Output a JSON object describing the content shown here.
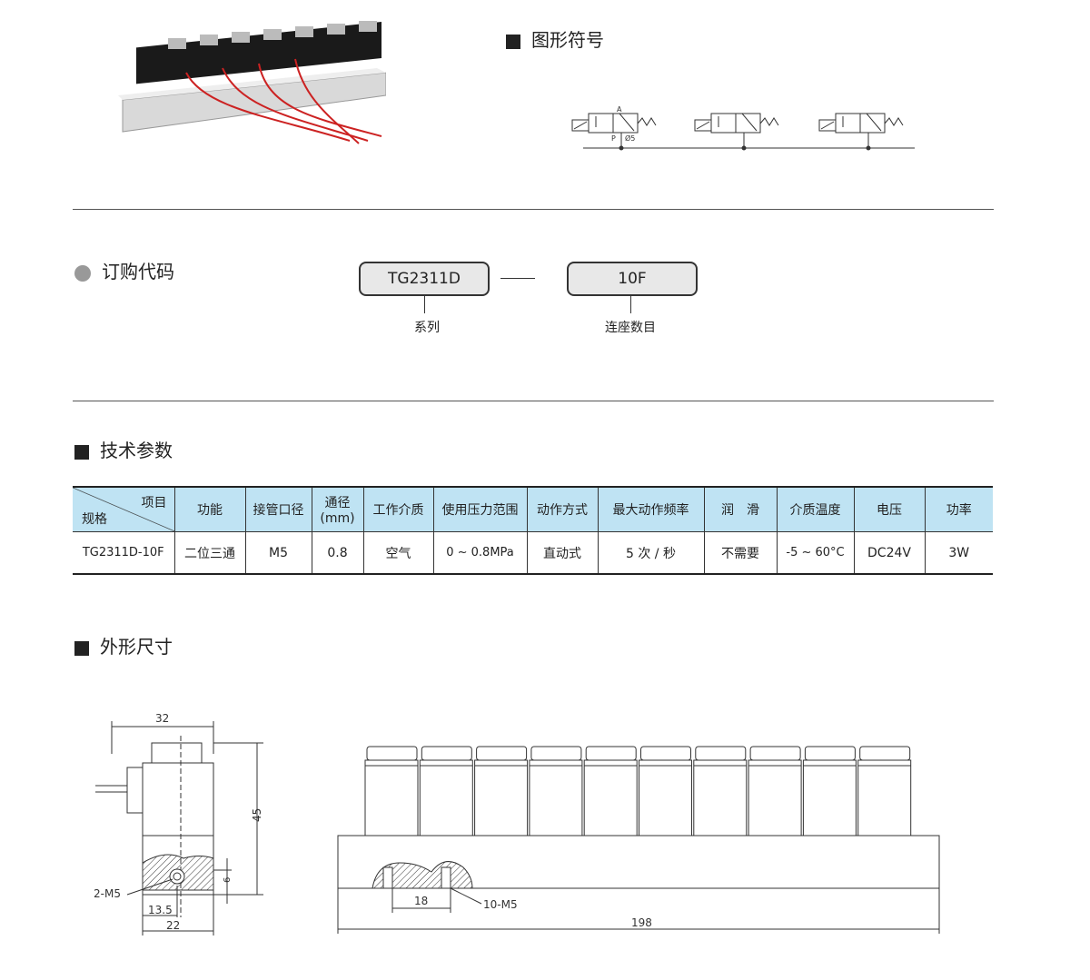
{
  "sections": {
    "symbol": "图形符号",
    "order": "订购代码",
    "specs": "技术参数",
    "dims": "外形尺寸"
  },
  "symbol_labels": {
    "port_a": "A",
    "port_p": "P",
    "orifice": "Ø5"
  },
  "order_code": {
    "series_code": "TG2311D",
    "count_code": "10F",
    "series_label": "系列",
    "count_label": "连座数目"
  },
  "table": {
    "header_corner_top": "项目",
    "header_corner_bottom": "规格",
    "headers": [
      "功能",
      "接管口径",
      "通径",
      "(mm)",
      "工作介质",
      "使用压力范围",
      "动作方式",
      "最大动作频率",
      "润　滑",
      "介质温度",
      "电压",
      "功率"
    ],
    "row": [
      "TG2311D-10F",
      "二位三通",
      "M5",
      "0.8",
      "空气",
      "0 ~ 0.8MPa",
      "直动式",
      "5 次 / 秒",
      "不需要",
      "-5 ~ 60°C",
      "DC24V",
      "3W"
    ]
  },
  "dimensions": {
    "width": "32",
    "height": "45",
    "port_height": "6",
    "port_label": "2-M5",
    "port_pos": "13.5",
    "base_width": "22",
    "pitch": "18",
    "ports": "10-M5",
    "length": "198"
  }
}
